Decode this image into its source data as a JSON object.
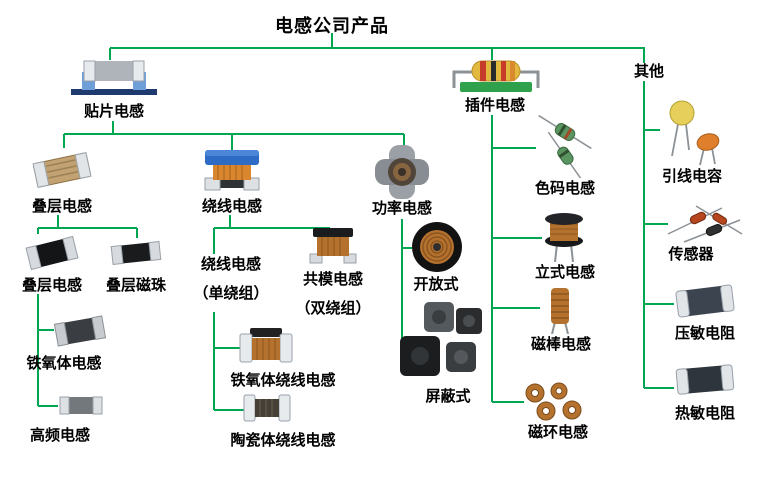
{
  "title": "电感公司产品",
  "colors": {
    "connector": "#00A651",
    "text": "#000000",
    "background": "#FFFFFF"
  },
  "icons": {
    "smd": "chip-inductor-illustration",
    "tht": "axial-inductor-on-board-illustration",
    "multilayer": "tan-multilayer-chip-photo",
    "wirewound": "blue-smd-wirewound-photo",
    "power": "gray-power-inductor-photo",
    "multilayer2": "black-multilayer-chip-photo",
    "bead": "black-chip-bead-photo",
    "ferrite": "ferrite-chip-photo",
    "high_freq": "small-gray-chip-photo",
    "common_mode": "common-mode-choke-photo",
    "ferrite_ww": "ferrite-wirewound-chip-photo",
    "ceramic_ww": "ceramic-wirewound-chip-photo",
    "open": "open-drum-inductor-photo",
    "shielded": "shielded-inductor-cluster-photo",
    "color_code": "axial-color-code-inductors-photo",
    "vertical": "radial-drum-inductor-photo",
    "rod": "rod-coil-inductor-photo",
    "ring": "toroid-inductors-photo",
    "lead_capacitor": "disc-capacitors-photo",
    "sensor": "axial-sensors-photo",
    "varistor": "smd-varistor-photo",
    "thermistor": "smd-thermistor-photo"
  },
  "tree": {
    "smd": {
      "label": "贴片电感",
      "children": {
        "multilayer": {
          "label": "叠层电感",
          "children": {
            "multilayer_inductor": {
              "label": "叠层电感",
              "children": {
                "ferrite": {
                  "label": "铁氧体电感"
                },
                "high_freq": {
                  "label": "高频电感"
                }
              }
            },
            "multilayer_bead": {
              "label": "叠层磁珠"
            }
          }
        },
        "wirewound": {
          "label": "绕线电感",
          "children": {
            "single": {
              "label_line1": "绕线电感",
              "label_line2": "（单绕组）",
              "children": {
                "ferrite_ww": {
                  "label": "铁氧体绕线电感"
                },
                "ceramic_ww": {
                  "label": "陶瓷体绕线电感"
                }
              }
            },
            "common_mode": {
              "label_line1": "共模电感",
              "label_line2": "（双绕组）"
            }
          }
        },
        "power": {
          "label": "功率电感",
          "children": {
            "open": {
              "label": "开放式"
            },
            "shielded": {
              "label": "屏蔽式"
            }
          }
        }
      }
    },
    "tht": {
      "label": "插件电感",
      "children": {
        "color_code": {
          "label": "色码电感"
        },
        "vertical": {
          "label": "立式电感"
        },
        "rod": {
          "label": "磁棒电感"
        },
        "ring": {
          "label": "磁环电感"
        }
      }
    },
    "other": {
      "label": "其他",
      "children": {
        "lead_capacitor": {
          "label": "引线电容"
        },
        "sensor": {
          "label": "传感器"
        },
        "varistor": {
          "label": "压敏电阻"
        },
        "thermistor": {
          "label": "热敏电阻"
        }
      }
    }
  }
}
